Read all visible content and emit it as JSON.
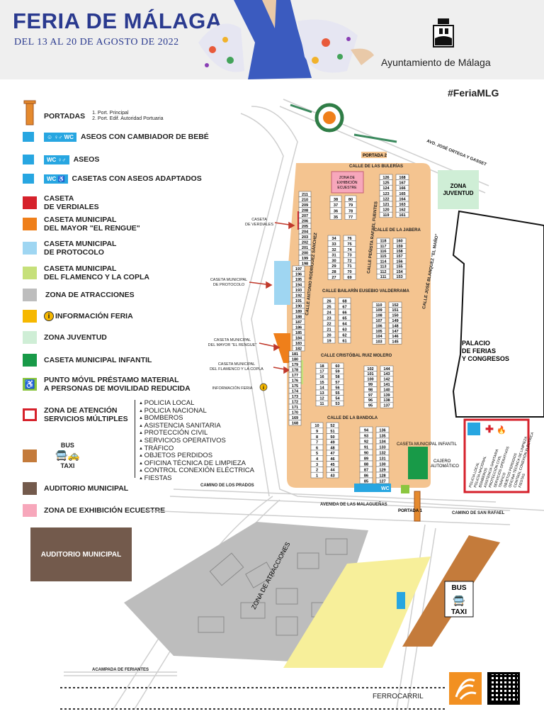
{
  "header": {
    "title": "FERIA DE MÁLAGA",
    "subtitle": "DEL 13 AL 20 DE AGOSTO DE 2022",
    "org": "Ayuntamiento de Málaga",
    "hashtag": "#FeriaMLG"
  },
  "colors": {
    "title": "#2a3a8f",
    "fairground": "#f4c490",
    "verdiales": "#d6212b",
    "mayor": "#ef7f1a",
    "protocolo": "#9fd6f2",
    "flamenco": "#c6e07a",
    "atracciones": "#bdbdbd",
    "informacion": "#f6b800",
    "juventud": "#cfeed6",
    "infantil": "#189a48",
    "movil": "#8bc63f",
    "bus": "#c47b3b",
    "auditorio": "#735a4c",
    "ecuestre": "#f7a7bb",
    "aseos": "#27a6e1",
    "yellow_zone": "#f7ef9a"
  },
  "legend": {
    "portadas": {
      "label": "PORTADAS",
      "items": [
        "1. Port. Principal",
        "2. Port. Edif. Autoridad Portuaria"
      ]
    },
    "aseos_bebe": "ASEOS CON CAMBIADOR DE BEBÉ",
    "aseos": "ASEOS",
    "aseos_adaptados": "CASETAS CON ASEOS ADAPTADOS",
    "wc": "WC",
    "verdiales": [
      "CASETA",
      "DE VERDIALES"
    ],
    "mayor": [
      "CASETA MUNICIPAL",
      "DEL MAYOR \"EL RENGUE\""
    ],
    "protocolo": [
      "CASETA MUNICIPAL",
      "DE PROTOCOLO"
    ],
    "flamenco": [
      "CASETA MUNICIPAL",
      "DEL FLAMENCO Y LA COPLA"
    ],
    "atracciones": "ZONA DE ATRACCIONES",
    "informacion": "INFORMACIÓN FERIA",
    "info_letter": "i",
    "juventud": "ZONA JUVENTUD",
    "infantil": "CASETA MUNICIPAL INFANTIL",
    "movil": [
      "PUNTO MÓVIL PRÉSTAMO MATERIAL",
      "A PERSONAS DE MOVILIDAD REDUCIDA"
    ],
    "servicios": [
      "ZONA DE ATENCIÓN",
      "SERVICIOS MÚLTIPLES"
    ],
    "servicios_list": [
      "POLICIA LOCAL",
      "POLICIA NACIONAL",
      "BOMBEROS",
      "ASISTENCIA SANITARIA",
      "PROTECCIÓN CIVIL",
      "SERVICIOS OPERATIVOS",
      "TRÁFICO",
      "OBJETOS PERDIDOS",
      "OFICINA TÉCNICA DE LIMPIEZA",
      "CONTROL CONEXIÓN ELÉCTRICA",
      "FIESTAS"
    ],
    "bus": "BUS",
    "taxi": "TAXI",
    "auditorio": "AUDITORIO MUNICIPAL",
    "ecuestre": "ZONA DE EXHIBICIÓN ECUESTRE"
  },
  "map": {
    "auditorio_box": "AUDITORIO MUNICIPAL",
    "streets": {
      "ortega": "AVD. JOSÉ ORTEGA Y GASSET",
      "bulerias": "CALLE DE LAS BULERÍAS",
      "jabera": "CALLE DE LA JABERA",
      "bailarin": "CALLE BAILARÍN EUSEBIO VALDERRAMA",
      "cristobal": "CALLE CRISTÓBAL RUIZ MOLERO",
      "bandola": "CALLE DE LA BANDOLA",
      "prados": "CAMINO DE LOS PRADOS",
      "malaguenas": "AVENIDA DE LAS MALAGUEÑAS",
      "san_rafael": "CAMINO DE SAN RAFAEL",
      "antonio": "CALLE ANTONIO RODRÍGUEZ SÁNCHEZ",
      "rafael": "CALLE PEÑISTA RAFAEL FUENTES",
      "jose": "CALLE JOSÉ BLANQUEZ \"EL MAÑO\"",
      "ferrocarril": "FERROCARRIL",
      "acampada": "ACAMPADA DE FERIANTES"
    },
    "labels": {
      "portada1": "PORTADA 1",
      "portada2": "PORTADA 2",
      "ecuestre": [
        "ZONA DE",
        "EXHIBICIÓN",
        "ECUESTRE"
      ],
      "juventud": [
        "ZONA",
        "JUVENTUD"
      ],
      "palacio": [
        "PALACIO",
        "DE FERIAS",
        "Y CONGRESOS"
      ],
      "atracciones": "ZONA DE ATRACCIONES",
      "infantil": "CASETA MUNICIPAL INFANTIL",
      "cajero": [
        "CAJERO",
        "AUTOMÁTICO"
      ],
      "bus": "BUS",
      "taxi": "TAXI",
      "verdiales": [
        "CASETA",
        "DE VERDIALES"
      ],
      "protocolo": [
        "CASETA MUNICIPAL",
        "DE PROTOCOLO"
      ],
      "mayor": [
        "CASETA MUNICIPAL",
        "DEL MAYOR \"EL RENGUE\""
      ],
      "flamenco": [
        "CASETA MUNICIPAL",
        "DEL FLAMENCO Y LA COPLA"
      ],
      "informacion": "INFORMACIÓN FERIA",
      "services_list": [
        "POLICIA LOCAL",
        "POLICÍA NACIONAL",
        "BOMBEROS",
        "ASISTENCIA SANITARIA",
        "PROTECCIÓN CIVIL",
        "SERVICIOS OPERATIVOS",
        "TRÁFICO",
        "OBJETOS PERDIDOS",
        "OFICINA TÉCNICA DE LIMPIEZA",
        "CONTROL CONEXIÓN ELÉCTRICA",
        "FIESTAS"
      ]
    },
    "casetas": {
      "west": [
        "211",
        "210",
        "209",
        "208",
        "207",
        "206",
        "205",
        "204",
        "203",
        "202",
        "201",
        "200",
        "199",
        "198",
        "197",
        "196",
        "195",
        "194",
        "193",
        "192",
        "191",
        "190",
        "189",
        "188",
        "187",
        "186",
        "185",
        "184",
        "183",
        "182",
        "181",
        "180",
        "179",
        "178",
        "177",
        "176",
        "175",
        "174",
        "173",
        "172",
        "171",
        "170",
        "169",
        "168"
      ],
      "blockA": [
        "38",
        "80",
        "37",
        "79",
        "36",
        "78",
        "35",
        "77"
      ],
      "blockB": [
        "34",
        "76",
        "33",
        "75",
        "32",
        "74",
        "31",
        "73",
        "30",
        "72",
        "29",
        "71",
        "28",
        "70",
        "27",
        "69"
      ],
      "blockC": [
        "26",
        "68",
        "25",
        "67",
        "24",
        "66",
        "23",
        "65",
        "22",
        "64",
        "21",
        "63",
        "20",
        "62",
        "19",
        "61"
      ],
      "blockD": [
        "18",
        "60",
        "17",
        "59",
        "16",
        "58",
        "15",
        "57",
        "14",
        "56",
        "13",
        "55",
        "12",
        "54",
        "11",
        "53"
      ],
      "blockE": [
        "10",
        "52",
        "9",
        "51",
        "8",
        "50",
        "7",
        "49",
        "6",
        "48",
        "5",
        "47",
        "4",
        "46",
        "3",
        "45",
        "2",
        "44",
        "1",
        "43"
      ],
      "blockF": [
        "126",
        "168",
        "125",
        "167",
        "124",
        "166",
        "123",
        "165",
        "122",
        "164",
        "121",
        "163",
        "120",
        "162",
        "119",
        "161"
      ],
      "blockG": [
        "118",
        "160",
        "117",
        "159",
        "116",
        "158",
        "115",
        "157",
        "114",
        "156",
        "113",
        "155",
        "112",
        "154",
        "111",
        "153"
      ],
      "blockH": [
        "110",
        "152",
        "109",
        "151",
        "108",
        "150",
        "107",
        "149",
        "106",
        "148",
        "105",
        "147",
        "104",
        "146",
        "103",
        "145"
      ],
      "blockI": [
        "102",
        "144",
        "101",
        "143",
        "100",
        "142",
        "99",
        "141",
        "98",
        "140",
        "97",
        "139",
        "96",
        "138",
        "95",
        "137"
      ],
      "blockJ": [
        "94",
        "136",
        "93",
        "135",
        "92",
        "134",
        "91",
        "133",
        "90",
        "132",
        "89",
        "131",
        "88",
        "130",
        "87",
        "129",
        "86",
        "128",
        "85",
        "127"
      ]
    }
  }
}
